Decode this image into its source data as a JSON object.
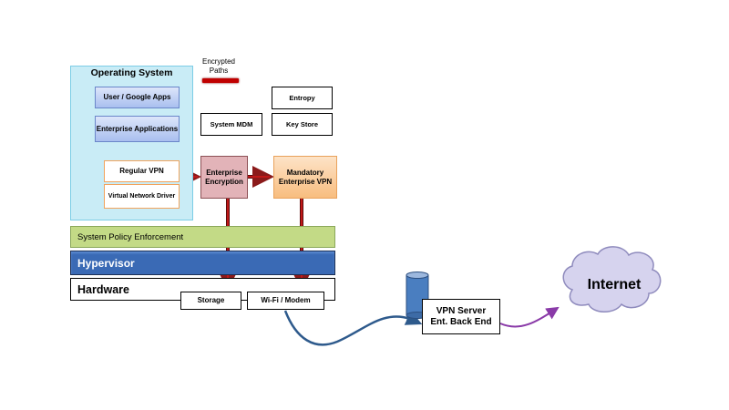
{
  "legend": {
    "encrypted_paths": "Encrypted Paths"
  },
  "os": {
    "title": "Operating System",
    "user_apps": "User / Google Apps",
    "enterprise_apps": "Enterprise Applications",
    "regular_vpn": "Regular VPN",
    "virtual_network_driver": "Virtual Network Driver"
  },
  "boxes": {
    "entropy": "Entropy",
    "system_mdm": "System MDM",
    "key_store": "Key Store",
    "enterprise_encryption": "Enterprise Encryption",
    "mandatory_vpn": "Mandatory Enterprise VPN",
    "storage": "Storage",
    "wifi_modem": "Wi-Fi / Modem"
  },
  "layers": {
    "policy": "System Policy Enforcement",
    "hypervisor": "Hypervisor",
    "hardware": "Hardware"
  },
  "server": {
    "line1": "VPN Server",
    "line2": "Ent. Back End"
  },
  "internet": "Internet",
  "colors": {
    "encrypted_path": "#8b1a1a",
    "network_link": "#2e5a8c",
    "internet_link": "#8a3aa8",
    "policy": "#c3da86",
    "hypervisor": "#3a6ab5",
    "cloud": "#d6d3ee"
  }
}
